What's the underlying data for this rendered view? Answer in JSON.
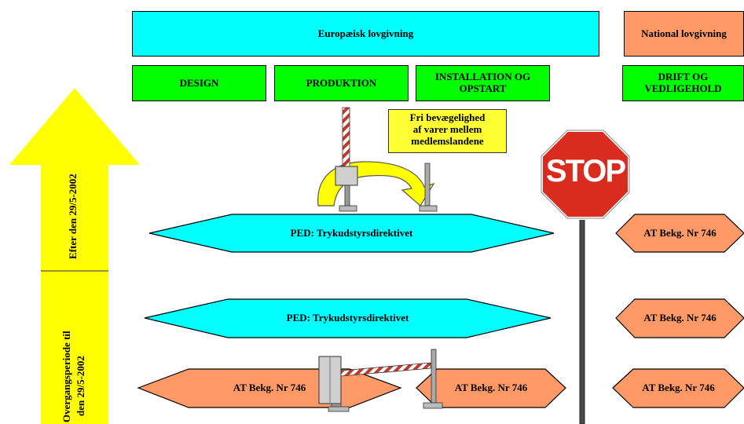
{
  "header": {
    "european_law": "Europæisk lovgivning",
    "national_law": "National lovgivning"
  },
  "phases": {
    "design": "DESIGN",
    "production": "PRODUKTION",
    "installation_line1": "INSTALLATION OG",
    "installation_line2": "OPSTART",
    "operation_line1": "DRIFT OG",
    "operation_line2": "VEDLIGEHOLD"
  },
  "free_movement_note": {
    "line1": "Fri bevægelighed",
    "line2": "af varer mellem",
    "line3": "medlemslandene"
  },
  "time_arrow": {
    "after_label": "Efter den 29/5-2002",
    "transition_line1": "Overgangsperiode til",
    "transition_line2": "den 29/5-2002"
  },
  "regulations": {
    "ped_upper": "PED: Trykudstyrsdirektivet",
    "ped_lower": "PED: Trykudstyrsdirektivet",
    "at_left": "AT Bekg. Nr 746",
    "at_middle": "AT Bekg. Nr 746",
    "at_right_1": "AT Bekg. Nr 746",
    "at_right_2": "AT Bekg. Nr 746",
    "at_right_3": "AT Bekg. Nr 746"
  },
  "stop_sign": {
    "text": "STOP"
  },
  "colors": {
    "cyan": "#00ffff",
    "green": "#00ff00",
    "salmon": "#ff9966",
    "yellow": "#ffff00",
    "stop_red": "#d92b1e",
    "note_yellow": "#ffff33"
  }
}
